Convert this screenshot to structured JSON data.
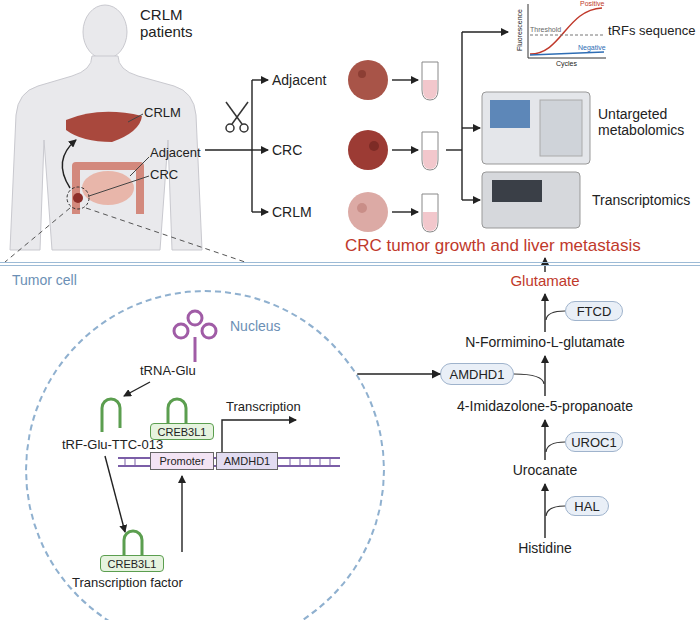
{
  "diagram": {
    "nodes": [
      {
        "text": [
          "Tumor cell"
        ]
      },
      {
        "text": [
          "Nucleus"
        ],
        "in": 0
      },
      {
        "text": [
          "CREB3L1"
        ],
        "in": 1
      },
      {
        "text": [
          "Promoter"
        ],
        "in": 1
      },
      {
        "text": [
          "AMDHD1"
        ],
        "in": 1
      },
      {
        "text": [
          "CREB3L1"
        ],
        "in": 1
      },
      {
        "text": [
          "FTCD"
        ],
        "in": 0
      },
      {
        "text": [
          "AMDHD1"
        ],
        "in": 0
      },
      {
        "text": [
          "UROC1"
        ],
        "in": 0
      },
      {
        "text": [
          "HAL"
        ],
        "in": 0
      }
    ],
    "edges": [
      {
        "from": 1,
        "to": 7,
        "arrow": "to"
      }
    ],
    "labels": [
      "CRLM patients",
      "CRLM",
      "Adjacent",
      "CRC",
      "Adjacent",
      "CRC",
      "CRLM",
      "tRFs sequence",
      "Fluorescence",
      "Positive",
      "Threshold",
      "Negative",
      "Cycles",
      "Untargeted metabolomics",
      "Transcriptomics",
      "CRC tumor growth and liver metastasis",
      "tRNA-Glu",
      "tRF-Glu-TTC-013",
      "Transcription",
      "Transcription factor",
      "Glutamate",
      "N-Formimino-L-glutamate",
      "4-Imidazolone-5-propanoate",
      "Urocanate",
      "Histidine"
    ]
  }
}
